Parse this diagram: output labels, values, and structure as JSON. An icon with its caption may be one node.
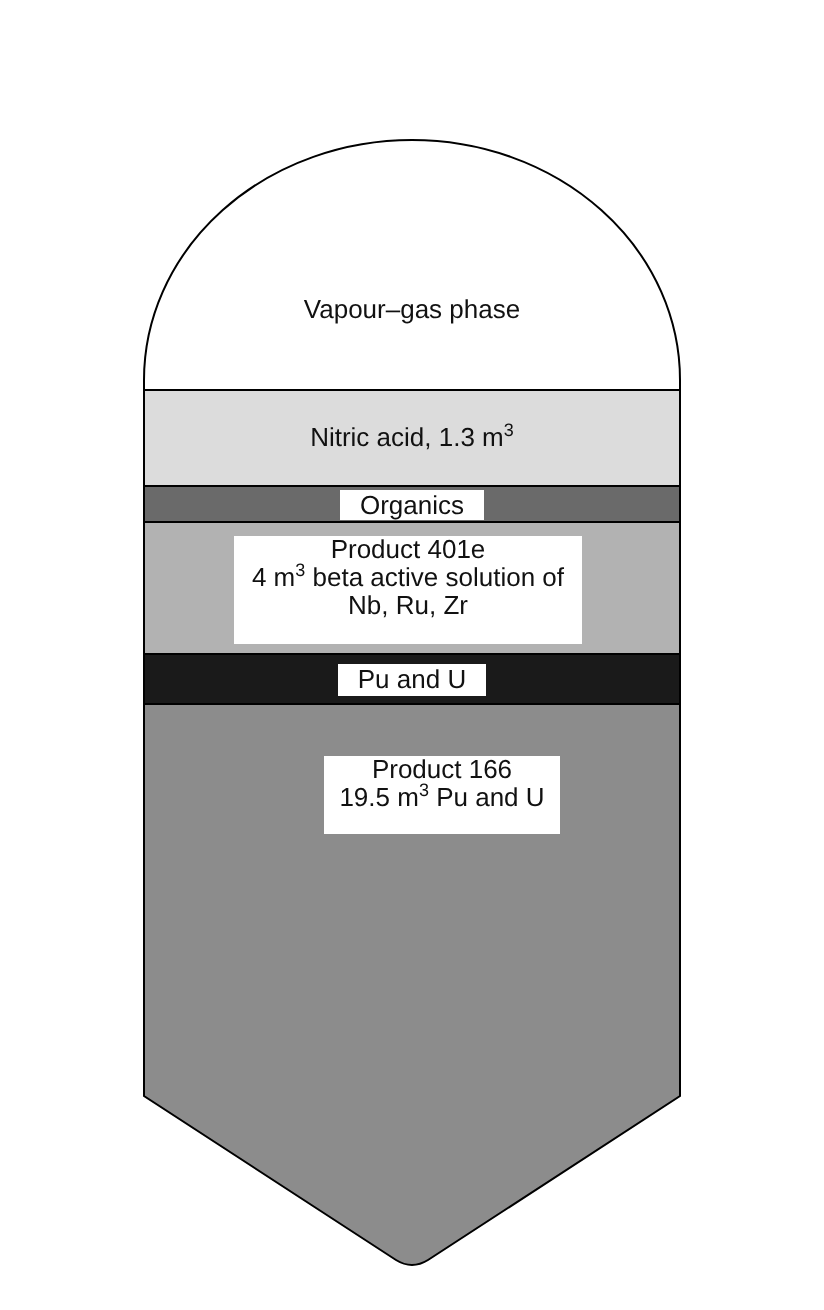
{
  "diagram": {
    "nodes": [
      {
        "text": [
          "Vapour–gas phase"
        ]
      },
      {
        "text": [
          "Nitric acid, 1.3 m$^{3}$"
        ]
      },
      {
        "text": [
          "Organics"
        ]
      },
      {
        "text": [
          "Product 401e",
          "4 m$^{3}$ beta active solution of Nb, Ru, Zr"
        ]
      },
      {
        "text": [
          "Pu and U"
        ]
      },
      {
        "text": [
          "Product 166",
          "19.5 m$^{3}$ Pu and U"
        ]
      }
    ]
  }
}
